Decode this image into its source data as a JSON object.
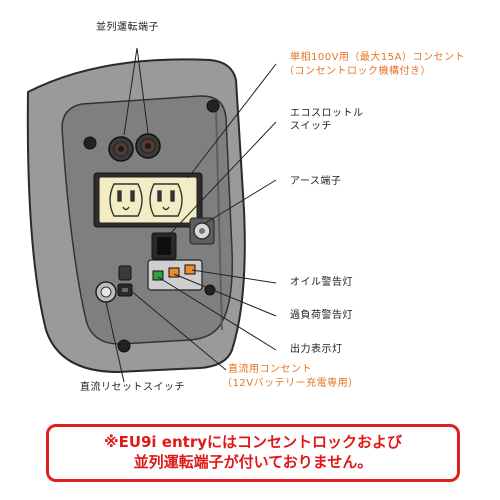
{
  "labels": {
    "parallel_terminal": "並列運転端子",
    "ac_outlet_line1": "単相100V用（最大15A）コンセント",
    "ac_outlet_line2": "（コンセントロック機構付き）",
    "eco_throttle_line1": "エコスロットル",
    "eco_throttle_line2": "スイッチ",
    "ground_terminal": "アース端子",
    "oil_warning": "オイル警告灯",
    "overload_warning": "過負荷警告灯",
    "output_indicator": "出力表示灯",
    "dc_outlet_line1": "直流用コンセント",
    "dc_outlet_line2": "（12Vバッテリー充電専用）",
    "dc_reset_switch": "直流リセットスイッチ"
  },
  "notice": {
    "line1": "※EU9i entryにはコンセントロックおよび",
    "line2": "並列運転端子が付いておりません。"
  },
  "colors": {
    "accent_orange": "#e8731f",
    "notice_red": "#e01818",
    "panel_gray": "#8c8c8c",
    "led_green": "#2ea043",
    "led_orange": "#f08a2c"
  }
}
